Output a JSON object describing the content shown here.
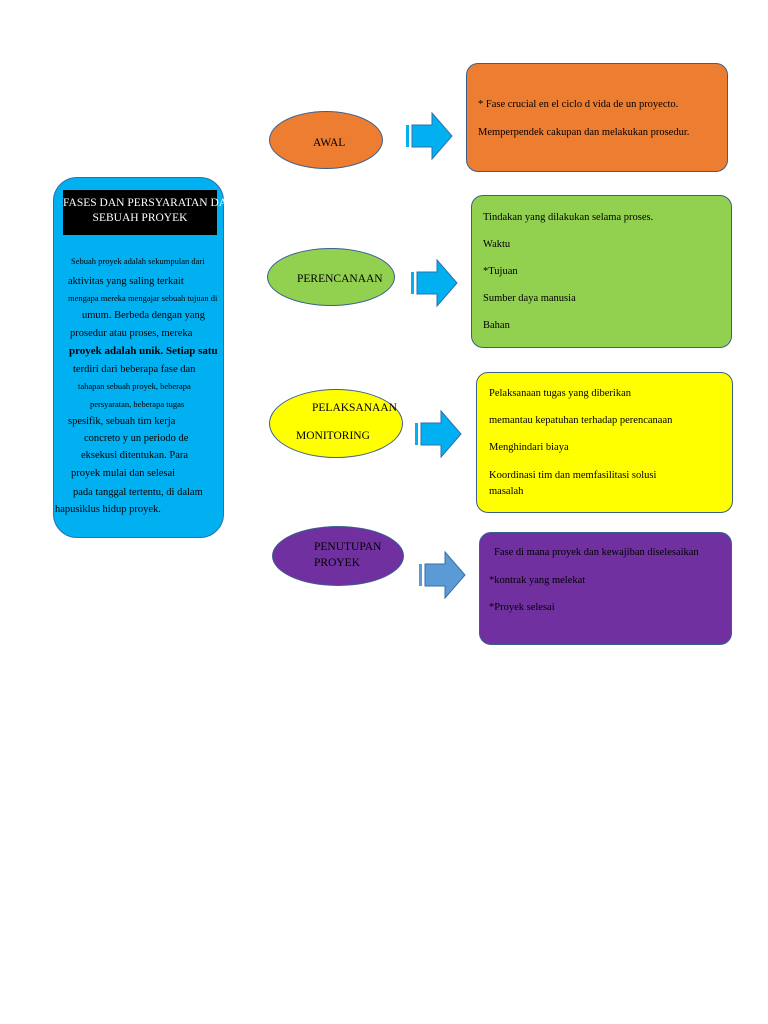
{
  "colors": {
    "panel_blue": "#00b0f0",
    "orange": "#ed7d31",
    "green": "#92d050",
    "yellow": "#ffff00",
    "purple": "#7030a0",
    "arrow_blue": "#00b0f0",
    "arrow_light_blue": "#5b9bd5"
  },
  "left_panel": {
    "title_line1": "FASES DAN PERSYARATAN DA",
    "title_line2": "SEBUAH PROYEK",
    "lines": [
      "Sebuah proyek adalah sekumpulan dari",
      "aktivitas yang saling terkait",
      "mengapa mereka mengajar sebuah tujuan di",
      "umum. Berbeda dengan yang",
      "prosedur atau proses, mereka",
      "proyek adalah unik. Setiap satu",
      "terdiri dari beberapa fase dan",
      "tahapan sebuah proyek, beberapa",
      "persyaratan, beberapa tugas",
      "spesifik, sebuah tim kerja",
      "concreto y un periodo de",
      "eksekusi ditentukan. Para",
      "proyek mulai dan selesai",
      "pada tanggal tertentu, di dalam",
      "hapusiklus hidup proyek."
    ]
  },
  "phases": [
    {
      "label_lines": [
        "AWAL"
      ],
      "box_lines": [
        "* Fase crucial en el ciclo d vida de un proyecto.",
        "Memperpendek cakupan dan melakukan prosedur."
      ]
    },
    {
      "label_lines": [
        "PERENCANAAN"
      ],
      "box_lines": [
        "Tindakan yang dilakukan selama proses.",
        "Waktu",
        "*Tujuan",
        "Sumber daya manusia",
        "Bahan"
      ]
    },
    {
      "label_lines": [
        "PELAKSANAAN",
        "MONITORING"
      ],
      "box_lines": [
        "Pelaksanaan tugas yang diberikan",
        "memantau kepatuhan terhadap perencanaan",
        "Menghindari biaya",
        "Koordinasi tim dan memfasilitasi solusi",
        "masalah"
      ]
    },
    {
      "label_lines": [
        "PENUTUPAN",
        "PROYEK"
      ],
      "box_lines": [
        "Fase di mana proyek dan kewajiban diselesaikan",
        "*kontrak yang melekat",
        "*Proyek selesai"
      ]
    }
  ]
}
